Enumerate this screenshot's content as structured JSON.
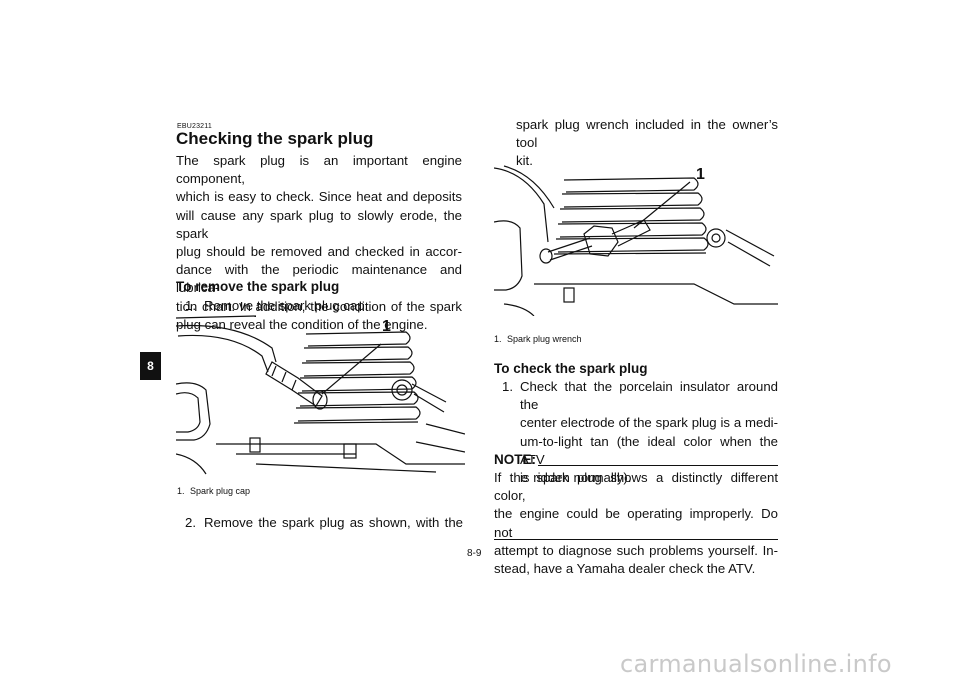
{
  "chapter_tab": "8",
  "left": {
    "code": "EBU23211",
    "title": "Checking the spark plug",
    "intro_lines": [
      "The spark plug is an important engine component,",
      "which is easy to check. Since heat and deposits",
      "will cause any spark plug to slowly erode, the spark",
      "plug should be removed and checked in accor-",
      "dance with the periodic maintenance and lubrica-",
      "tion chart. In addition, the condition of the spark",
      "plug can reveal the condition of the engine."
    ],
    "remove_heading": "To remove the spark plug",
    "step1_num": "1.",
    "step1": "Remove the spark plug cap.",
    "fig1_callout": "1",
    "fig1_caption_num": "1.",
    "fig1_caption": "Spark plug cap",
    "step2_num": "2.",
    "step2": "Remove the spark plug as shown, with the"
  },
  "right": {
    "cont_lines": [
      "spark plug wrench included in the owner’s tool",
      "kit."
    ],
    "fig2_callout": "1",
    "fig2_caption_num": "1.",
    "fig2_caption": "Spark plug wrench",
    "check_heading": "To check the spark plug",
    "check_num": "1.",
    "check_lines": [
      "Check that the porcelain insulator around the",
      "center electrode of the spark plug is a medi-",
      "um-to-light tan (the ideal color when the ATV",
      "is ridden normally)."
    ],
    "note_label": "NOTE:",
    "note_lines": [
      "If the spark plug shows a distinctly different color,",
      "the engine could be operating improperly. Do not",
      "attempt to diagnose such problems yourself. In-",
      "stead, have a Yamaha dealer check the ATV."
    ]
  },
  "page_number": "8-9",
  "footer": "carmanualsonline.info"
}
